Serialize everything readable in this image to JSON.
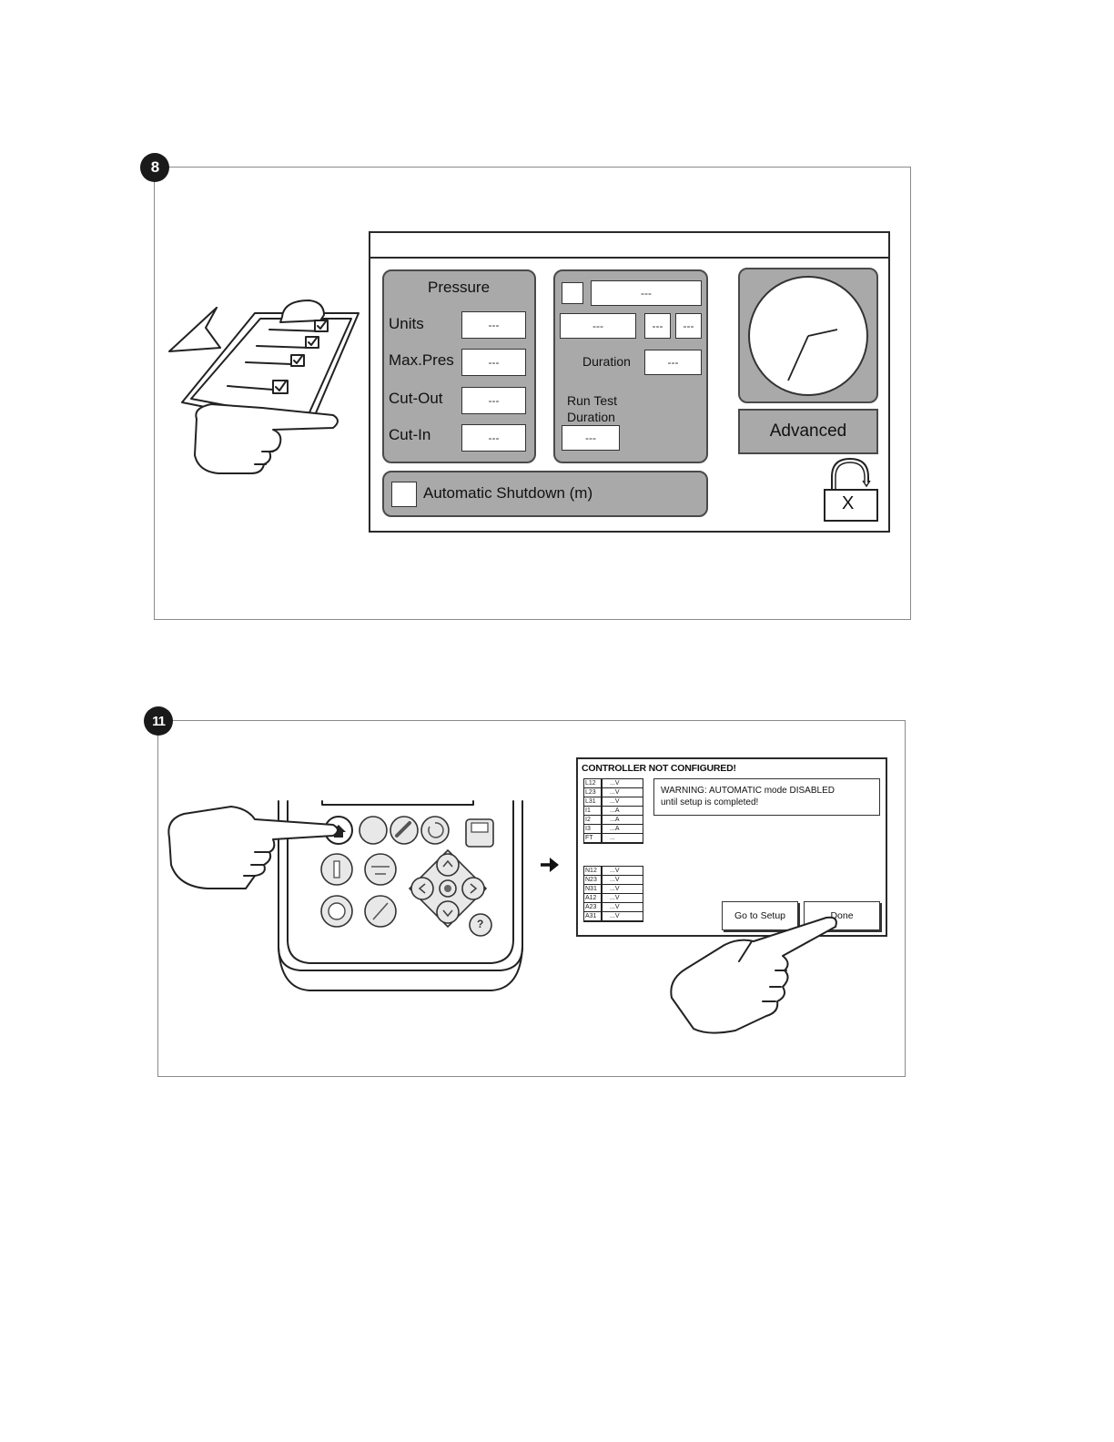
{
  "step8": {
    "badge": "8",
    "pressure_panel": {
      "title": "Pressure",
      "rows": [
        {
          "label": "Units",
          "value": "---"
        },
        {
          "label": "Max.Pres",
          "value": "---"
        },
        {
          "label": "Cut-Out",
          "value": "---"
        },
        {
          "label": "Cut-In",
          "value": "---"
        }
      ]
    },
    "timer_panel": {
      "top_field": "---",
      "field_a": "---",
      "field_b": "---",
      "field_c": "---",
      "duration_label": "Duration",
      "duration_value": "---",
      "run_test_label_1": "Run Test",
      "run_test_label_2": "Duration",
      "run_test_value": "---"
    },
    "shutdown_label": "Automatic Shutdown (m)",
    "advanced_label": "Advanced",
    "lock_label": "X"
  },
  "step11": {
    "badge": "11",
    "screen": {
      "title": "CONTROLLER NOT CONFIGURED!",
      "table1": [
        {
          "k": "L12",
          "v": "...V"
        },
        {
          "k": "L23",
          "v": "...V"
        },
        {
          "k": "L31",
          "v": "...V"
        },
        {
          "k": "I1",
          "v": "...A"
        },
        {
          "k": "I2",
          "v": "...A"
        },
        {
          "k": "I3",
          "v": "...A"
        },
        {
          "k": "FT",
          "v": "..."
        }
      ],
      "table2": [
        {
          "k": "N12",
          "v": "...V"
        },
        {
          "k": "N23",
          "v": "...V"
        },
        {
          "k": "N31",
          "v": "...V"
        },
        {
          "k": "A12",
          "v": "...V"
        },
        {
          "k": "A23",
          "v": "...V"
        },
        {
          "k": "A31",
          "v": "...V"
        }
      ],
      "warning_line1": "WARNING: AUTOMATIC mode DISABLED",
      "warning_line2": "until setup is completed!",
      "goto_setup": "Go to Setup",
      "done": "Done"
    },
    "keypad_help": "?"
  }
}
